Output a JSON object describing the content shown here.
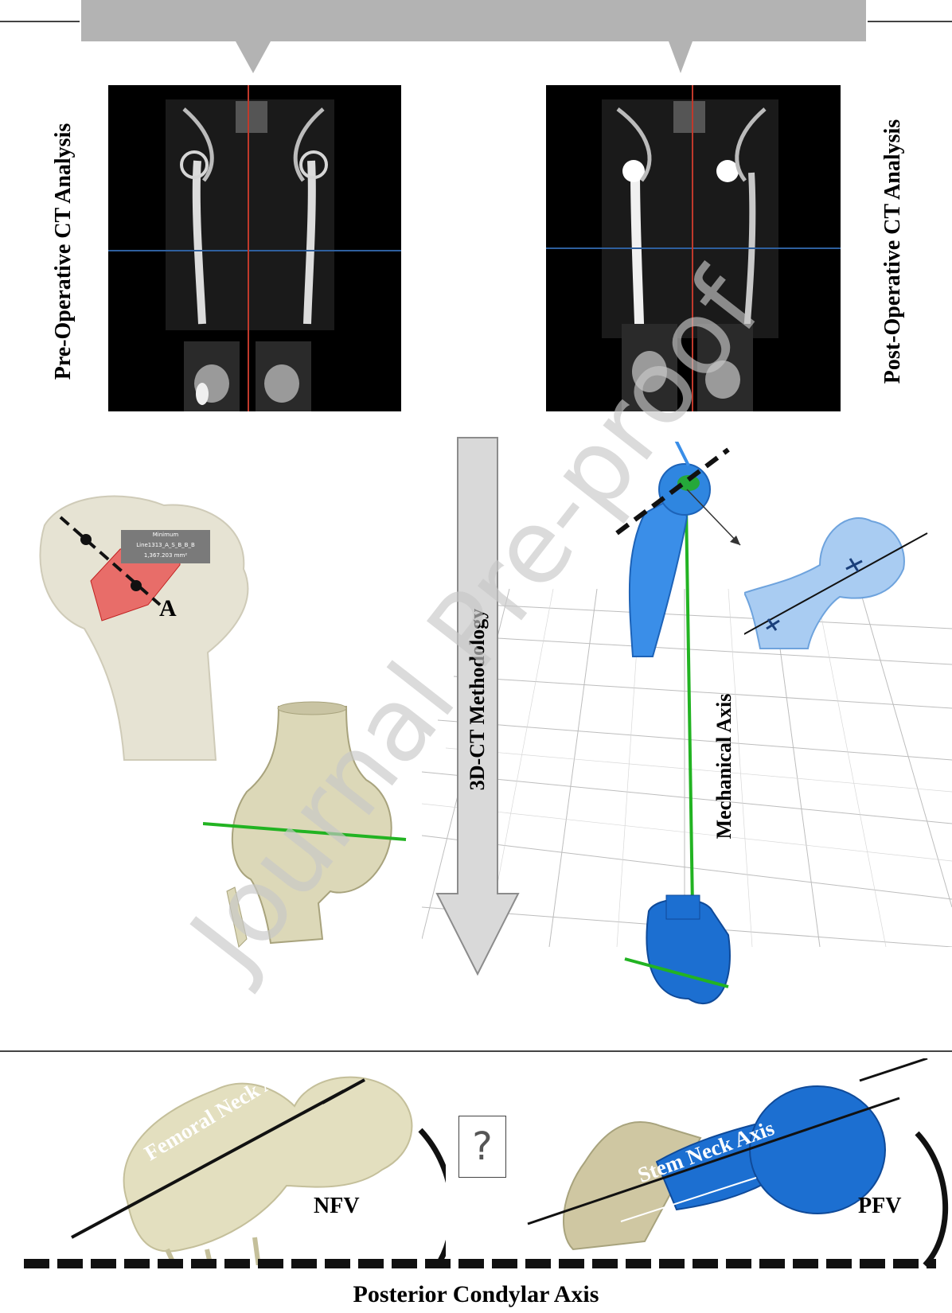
{
  "labels": {
    "pre_op": "Pre-Operative  CT Analysis",
    "post_op": "Post-Operative  CT Analysis",
    "methodology": "3D-CT Methodology",
    "mechanical_axis": "Mechanical Axis",
    "point_a": "A",
    "femoral_neck_axis": "Femoral Neck Axis",
    "stem_neck_axis": "Stem Neck Axis",
    "nfv": "NFV",
    "pfv": "PFV",
    "question_mark": "?",
    "posterior_condylar_axis": "Posterior Condylar  Axis",
    "watermark": "Journal Pre-proof"
  },
  "measurement_box": {
    "line1": "Minimum",
    "line2": "Line1313_A_S_B_B_B",
    "line3": "1,367.203 mm²"
  },
  "colors": {
    "banner": "#b3b3b3",
    "bone": "#e9e6d6",
    "implant_blue": "#1c6fd1",
    "light_blue": "#a9ccf2",
    "axis_green": "#22b322",
    "ct_line_red": "#c0392b",
    "ct_line_blue": "#2e5f9e",
    "watermark_gray": "#c8c8c8",
    "cut_red": "#e84545"
  }
}
